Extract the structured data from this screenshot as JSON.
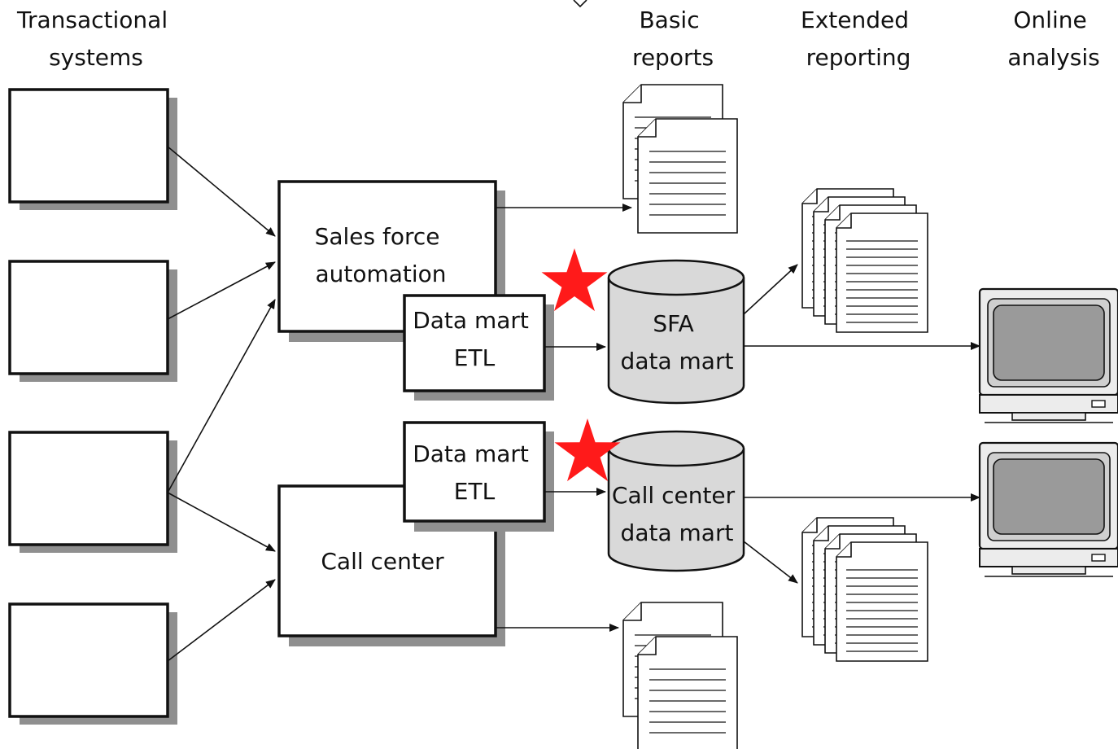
{
  "headers": {
    "transactional": [
      "Transactional",
      "systems"
    ],
    "basic_reports": [
      "Basic",
      "reports"
    ],
    "extended_reporting": [
      "Extended",
      "reporting"
    ],
    "online_analysis": [
      "Online",
      "analysis"
    ]
  },
  "boxes": {
    "sales_force": [
      "Sales force",
      "automation"
    ],
    "call_center": [
      "Call center"
    ],
    "etl_top": [
      "Data mart",
      "ETL"
    ],
    "etl_bottom": [
      "Data mart",
      "ETL"
    ]
  },
  "data_marts": {
    "sfa": [
      "SFA",
      "data mart"
    ],
    "call_center": [
      "Call center",
      "data mart"
    ]
  },
  "colors": {
    "star": "#ff1a1a",
    "cylinder_fill": "#d9d9d9",
    "shadow": "#8f8f8f",
    "screen": "#9a9a9a"
  },
  "icons": [
    "report-document-icon",
    "report-stack-icon",
    "computer-terminal-icon",
    "star-icon"
  ]
}
